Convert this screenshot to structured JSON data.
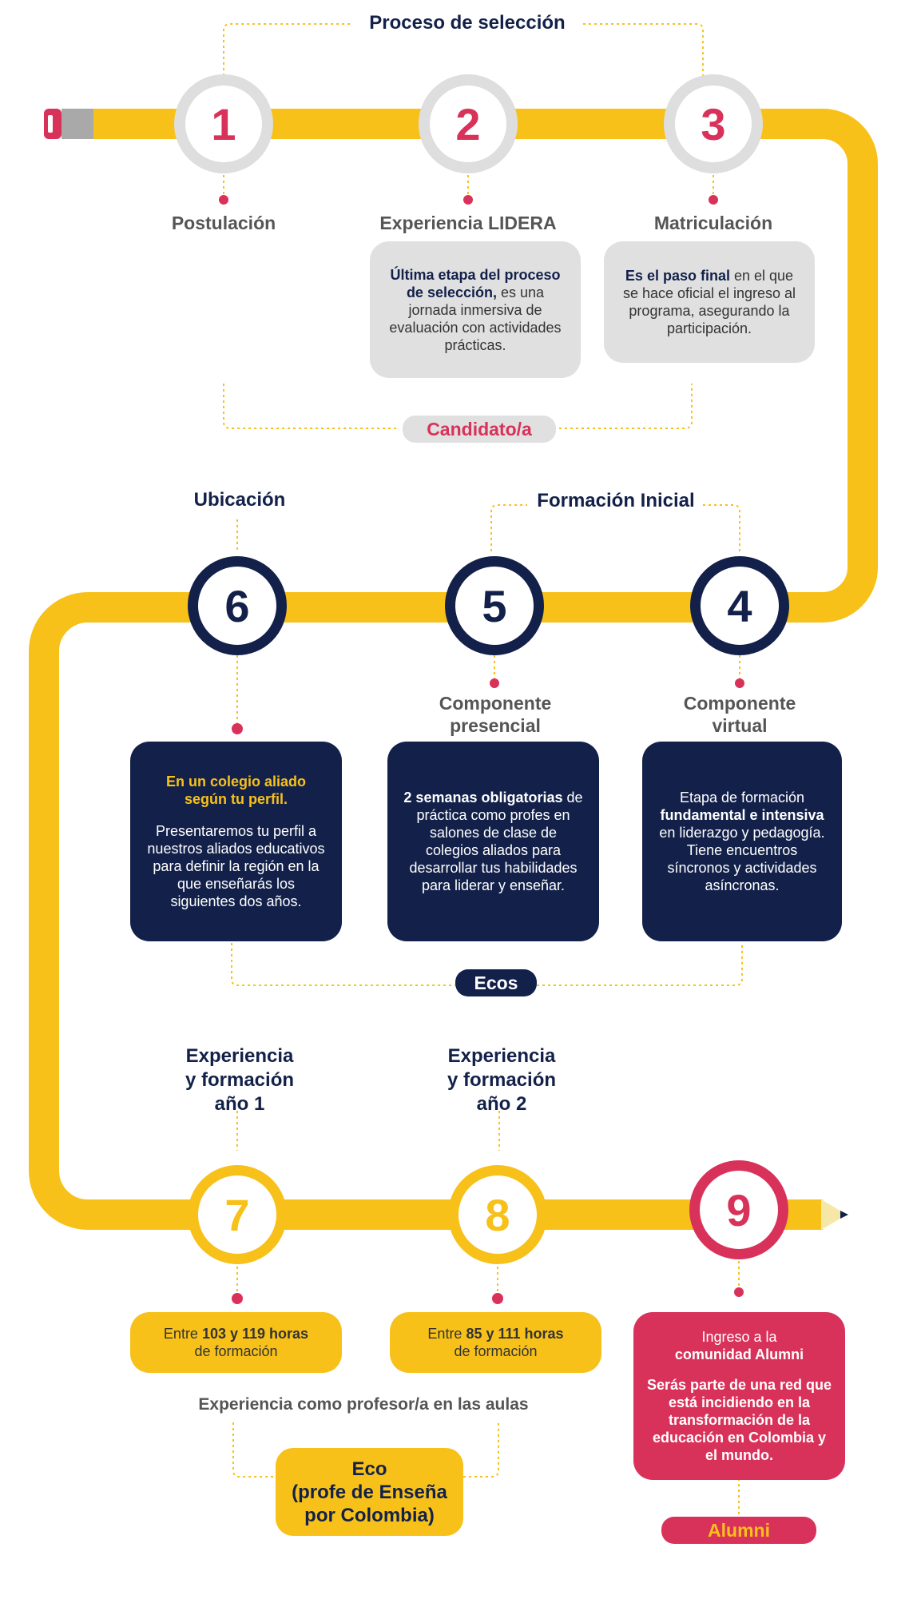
{
  "headers": {
    "proceso": "Proceso de selección",
    "formacion": "Formación Inicial",
    "ubicacion": "Ubicación",
    "exp1": [
      "Experiencia",
      "y formación",
      "año 1"
    ],
    "exp2": [
      "Experiencia",
      "y formación",
      "año 2"
    ]
  },
  "steps": {
    "s1": "1",
    "s2": "2",
    "s3": "3",
    "s4": "4",
    "s5": "5",
    "s6": "6",
    "s7": "7",
    "s8": "8",
    "s9": "9"
  },
  "labels": {
    "postulacion": "Postulación",
    "lidera": "Experiencia LIDERA",
    "matriculacion": "Matriculación",
    "presencial": [
      "Componente",
      "presencial"
    ],
    "virtual": [
      "Componente",
      "virtual"
    ]
  },
  "cards": {
    "lidera": {
      "bold": "Última etapa del proceso de selección,",
      "rest": "es una jornada inmersiva de evaluación con actividades prácticas."
    },
    "matricula": {
      "bold": "Es el paso final",
      "rest": "en el que se hace oficial el ingreso al programa, asegurando la participación."
    },
    "ubicacion": {
      "highlight": "En un colegio aliado según tu perfil.",
      "rest": "Presentaremos tu perfil a nuestros aliados educativos para definir la región en la que enseñarás los siguientes dos años."
    },
    "presencial": {
      "bold": "2 semanas obligatorias",
      "rest": "de práctica como profes en salones de clase de colegios aliados para desarrollar tus habilidades para liderar y enseñar."
    },
    "virtual": {
      "pre": "Etapa de formación",
      "bold": "fundamental e intensiva",
      "rest": "en liderazgo y pedagogía. Tiene encuentros síncronos y actividades asíncronas."
    },
    "year1": {
      "pre": "Entre",
      "bold": "103 y 119 horas",
      "rest": "de formación"
    },
    "year2": {
      "pre": "Entre",
      "bold": "85 y 111 horas",
      "rest": "de formación"
    },
    "alumni": {
      "pre": "Ingreso a la",
      "bold": "comunidad Alumni",
      "strong": "Serás parte de una red que está incidiendo en la transformación de la educación en Colombia y el mundo."
    }
  },
  "pills": {
    "candidato": "Candidato/a",
    "ecos": "Ecos",
    "eco": [
      "Eco",
      "(profe de Enseña",
      "por Colombia)"
    ],
    "alumni": "Alumni"
  },
  "aulas": "Experiencia como profesor/a en las aulas",
  "colors": {
    "yellow": "#f7c11a",
    "navy": "#13214a",
    "pink": "#d9325a",
    "gray_ring": "#dedede",
    "card_gray": "#e0e0e0"
  }
}
